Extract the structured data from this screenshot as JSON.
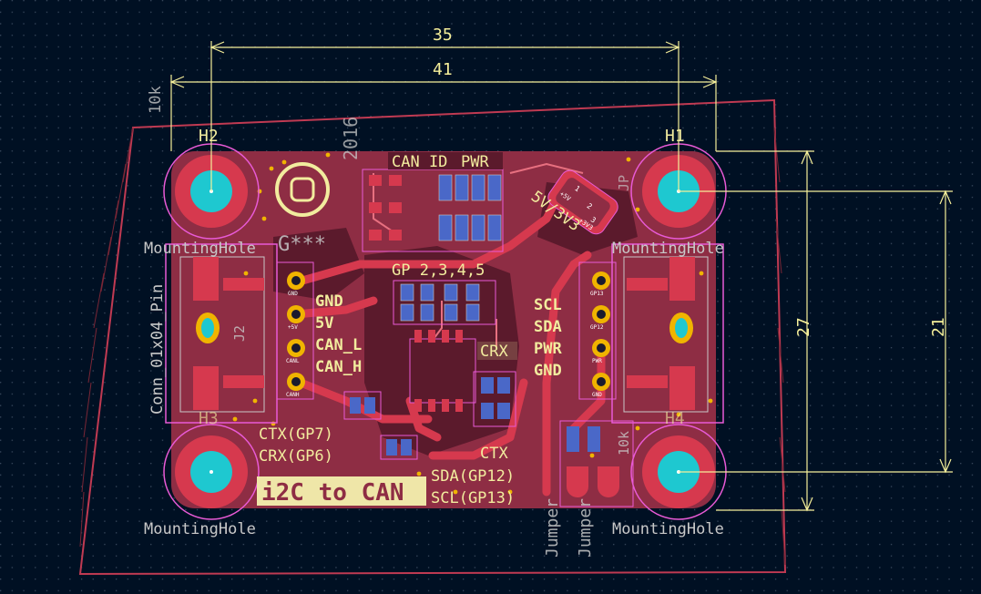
{
  "colors": {
    "background": "#001023",
    "grid_dot": "#3a4a5e",
    "board_fill": "#8e2d44",
    "copper_bright": "#d6394e",
    "copper_dark": "#5b1a2c",
    "silk_yellow": "#f2ec9e",
    "silk_bg": "#efe6a8",
    "dimension": "#f5ef9a",
    "courtyard_pink": "#e85ad6",
    "outline_red": "#c03a52",
    "pad_cyan": "#1ec8d0",
    "fab_grey": "#c8c8c8",
    "fab_blue": "#4a68c8"
  },
  "dimensions": {
    "top_inner": "35",
    "top_outer": "41",
    "right_outer": "27",
    "right_inner": "21"
  },
  "refs": {
    "h1": "H1",
    "h2": "H2",
    "h3": "H3",
    "h4": "H4",
    "j2": "J2",
    "mounting_hole": "MountingHole",
    "conn_value": "Conn_01x04_Pin",
    "resistor_value": "10k",
    "g_star": "G***",
    "arduino_year": "2016",
    "jumper": "Jumper",
    "footprint_label": "JP"
  },
  "silkscreen": {
    "can_id": "CAN ID",
    "pwr": "PWR",
    "gp_2345": "GP 2,3,4,5",
    "jumper_5v_3v3": "5V/3V3",
    "left_pins": [
      "GND",
      "5V",
      "CAN_L",
      "CAN_H"
    ],
    "right_pins": [
      "SCL",
      "SDA",
      "PWR",
      "GND"
    ],
    "crx": "CRX",
    "ctx": "CTX",
    "ctx_gp7": "CTX(GP7)",
    "crx_gp6": "CRX(GP6)",
    "sda_gp12": "SDA(GP12)",
    "scl_gp13": "SCL(GP13)",
    "title": "i2C to CAN"
  },
  "pad_labels": {
    "jumper_pins": [
      "1",
      "2",
      "3"
    ],
    "jumper_5v": "+5V",
    "jumper_3v3": "+3V3",
    "connector_left": [
      "GND",
      "+5V",
      "CANL",
      "CANH"
    ],
    "connector_right": [
      "GP13",
      "GP12",
      "PWR",
      "GND"
    ]
  }
}
